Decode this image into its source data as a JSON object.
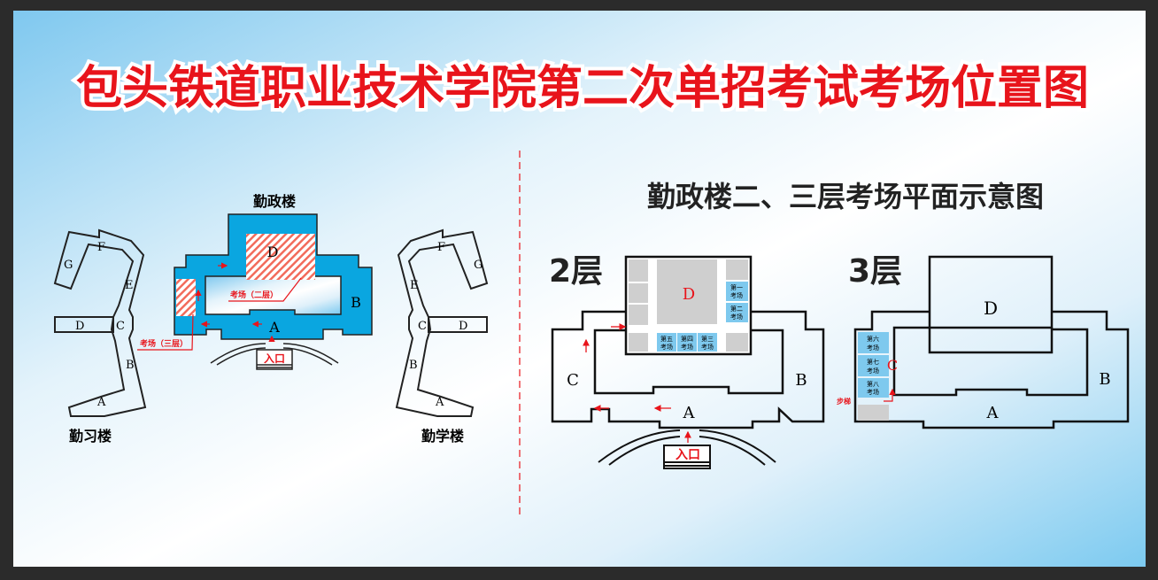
{
  "title": "包头铁道职业技术学院第二次单招考试考场位置图",
  "left": {
    "qinxi": {
      "name": "勤习楼",
      "wings": [
        "G",
        "F",
        "E",
        "D",
        "C",
        "B",
        "A"
      ]
    },
    "qinzheng": {
      "name": "勤政楼",
      "blocks": [
        "D",
        "B",
        "A"
      ],
      "entrance": "入口",
      "exam2": "考场（二层）",
      "exam3": "考场（三层）"
    },
    "qinxue": {
      "name": "勤学楼",
      "wings": [
        "G",
        "F",
        "E",
        "D",
        "C",
        "B",
        "A"
      ]
    }
  },
  "right": {
    "title": "勤政楼二、三层考场平面示意图",
    "floor2": {
      "label": "2层",
      "blocks": [
        "D",
        "C",
        "B",
        "A"
      ],
      "entrance": "入口",
      "rooms": [
        [
          "第一",
          "考场"
        ],
        [
          "第二",
          "考场"
        ],
        [
          "第三",
          "考场"
        ],
        [
          "第四",
          "考场"
        ],
        [
          "第五",
          "考场"
        ]
      ]
    },
    "floor3": {
      "label": "3层",
      "blocks": [
        "D",
        "C",
        "B",
        "A"
      ],
      "stairs": "步梯",
      "rooms": [
        [
          "第六",
          "考场"
        ],
        [
          "第七",
          "考场"
        ],
        [
          "第八",
          "考场"
        ]
      ]
    }
  },
  "colors": {
    "title": "#e8141b",
    "building": "#0aa6e0",
    "room": "#7ec9ee",
    "gray": "#cfcfcf",
    "arrow": "#e8141b"
  }
}
